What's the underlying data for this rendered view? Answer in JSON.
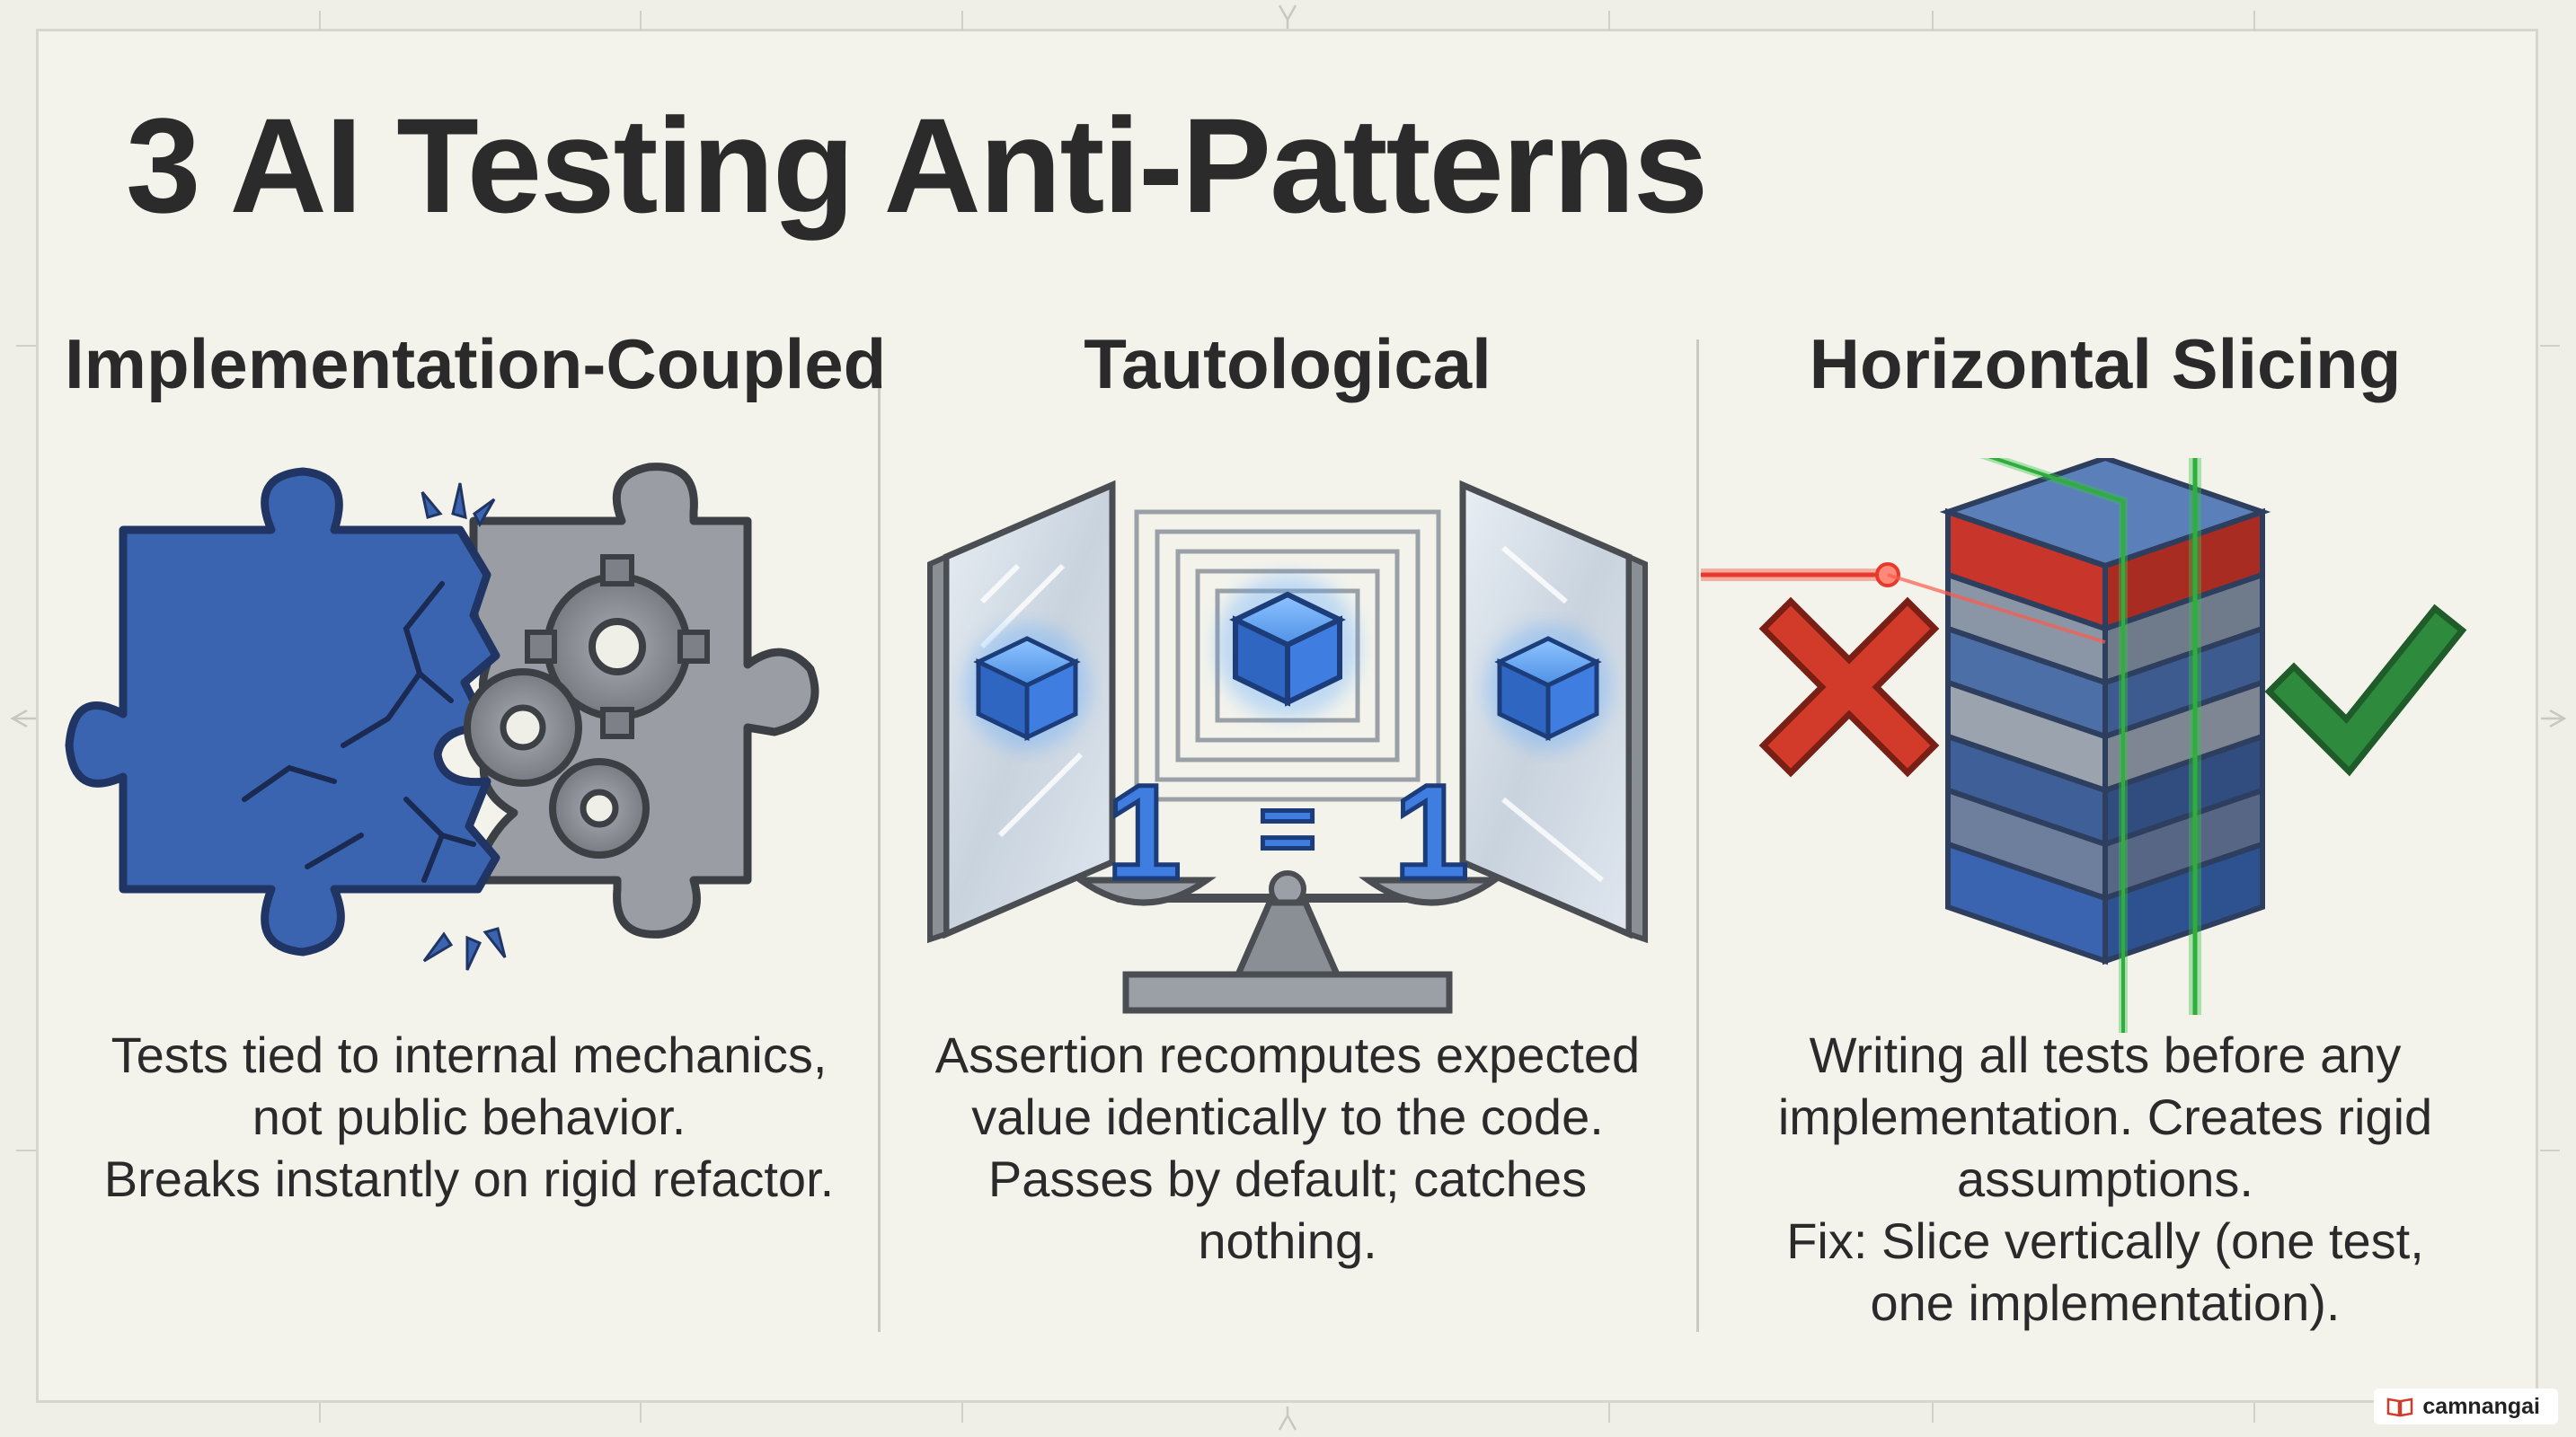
{
  "title": "3 AI Testing Anti-Patterns",
  "columns": [
    {
      "heading": "Implementation-Coupled",
      "illustration_icon": "broken-puzzle-gears-icon",
      "description_lines": [
        "Tests tied to internal mechanics,",
        "not public behavior.",
        "Breaks instantly on rigid refactor."
      ]
    },
    {
      "heading": "Tautological",
      "illustration_icon": "mirrors-scale-icon",
      "equation": {
        "left": "1",
        "op": "=",
        "right": "1"
      },
      "description_lines": [
        "Assertion recomputes expected",
        "value identically to the code.",
        "Passes by default; catches",
        "nothing."
      ]
    },
    {
      "heading": "Horizontal Slicing",
      "illustration_icon": "layered-stack-slices-icon",
      "description_lines": [
        "Writing all tests before any",
        "implementation. Creates rigid",
        "assumptions.",
        "Fix: Slice vertically (one test,",
        "one implementation)."
      ]
    }
  ],
  "watermark": {
    "label": "camnangai",
    "icon": "book-icon"
  },
  "colors": {
    "background": "#efefe8",
    "blue": "#3a64b0",
    "gray": "#8f9398",
    "red": "#d23a2a",
    "green": "#2e8b3e",
    "laser_green": "#39c24a"
  }
}
